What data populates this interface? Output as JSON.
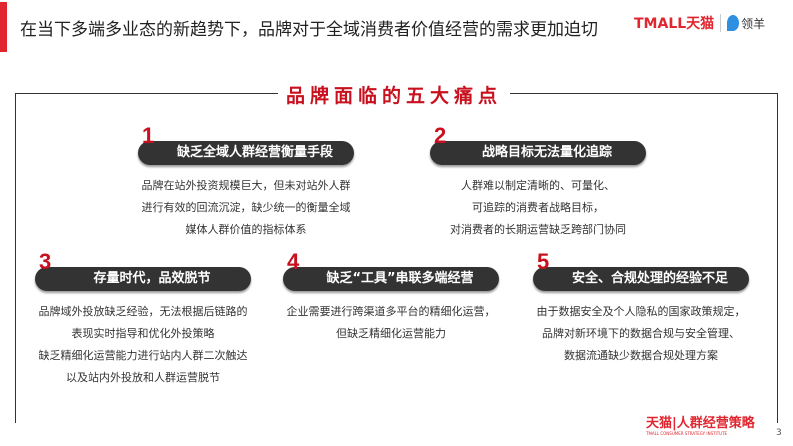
{
  "header": {
    "title": "在当下多端多业态的新趋势下，品牌对于全域消费者价值经营的需求更加迫切",
    "logo_tmall": "TMALL天猫",
    "logo_partner": "领羊"
  },
  "section": {
    "heading": "品牌面临的五大痛点"
  },
  "cards": [
    {
      "num": "1",
      "title": "缺乏全域人群经营衡量手段",
      "lines": [
        "品牌在站外投资规模巨大，但未对站外人群",
        "进行有效的回流沉淀，缺少统一的衡量全域",
        "媒体人群价值的指标体系"
      ]
    },
    {
      "num": "2",
      "title": "战略目标无法量化追踪",
      "lines": [
        "人群难以制定清晰的、可量化、",
        "可追踪的消费者战略目标，",
        "对消费者的长期运营缺乏跨部门协同"
      ]
    },
    {
      "num": "3",
      "title": "存量时代，品效脱节",
      "lines": [
        "品牌域外投放缺乏经验，无法根据后链路的",
        "表现实时指导和优化外投策略",
        "缺乏精细化运营能力进行站内人群二次触达",
        "以及站内外投放和人群运营脱节"
      ]
    },
    {
      "num": "4",
      "title": "缺乏“工具”串联多端经营",
      "lines": [
        "企业需要进行跨渠道多平台的精细化运营，",
        "但缺乏精细化运营能力"
      ]
    },
    {
      "num": "5",
      "title": "安全、合规处理的经验不足",
      "lines": [
        "由于数据安全及个人隐私的国家政策规定，",
        "品牌对新环境下的数据合规与安全管理、",
        "数据流通缺少数据合规处理方案"
      ]
    }
  ],
  "footer": {
    "logo": "天猫|人群经营策略",
    "logo_sub": "TMALL CONSUMER STRATEGY INSTITUTE",
    "page": "3"
  },
  "colors": {
    "accent": "#e0262f",
    "heading": "#c8101e",
    "pill": "#333333"
  }
}
